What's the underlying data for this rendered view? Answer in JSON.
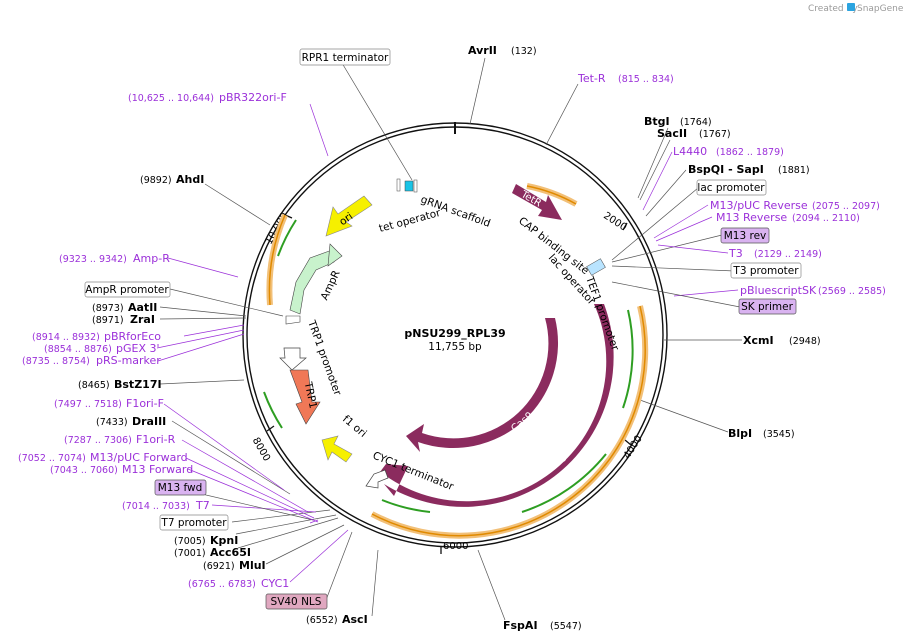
{
  "brand": {
    "created_by": "Created by",
    "name": "SnapGene"
  },
  "plasmid": {
    "name": "pNSU299_RPL39",
    "size": "11,755 bp"
  },
  "ticks": [
    "2000",
    "4000",
    "6000",
    "8000",
    "10,000"
  ],
  "features": {
    "cas9_outer": "Cas9",
    "cas9_inner": "Cas9",
    "tetr": "TetR",
    "ori": "ori",
    "ampr": "AmpR",
    "trp1": "TRP1"
  },
  "labels": {
    "grna_scaffold": "gRNA scaffold",
    "tet_operator": "tet operator",
    "cap_binding_site": "CAP binding site",
    "lac_operator": "lac operator",
    "tef1_promoter": "TEF1 promoter",
    "trp1_promoter": "TRP1 promoter",
    "f1_ori": "f1 ori",
    "cyc1_terminator": "CYC1 terminator",
    "rpr1_terminator": "RPR1 terminator",
    "lac_promoter": "lac promoter",
    "m13_rev": "M13 rev",
    "t3_promoter": "T3 promoter",
    "ampr_promoter": "AmpR promoter",
    "sk_primer": "SK primer",
    "m13_fwd": "M13 fwd",
    "t7_promoter": "T7 promoter",
    "sv40_nls": "SV40 NLS"
  },
  "sites": {
    "avrii": {
      "name": "AvrII",
      "pos": "(132)"
    },
    "btgi": {
      "name": "BtgI",
      "pos": "(1764)"
    },
    "sacii": {
      "name": "SacII",
      "pos": "(1767)"
    },
    "bspqi": {
      "name": "BspQI  - SapI",
      "pos": "(1881)"
    },
    "xcmi": {
      "name": "XcmI",
      "pos": "(2948)"
    },
    "blpi": {
      "name": "BlpI",
      "pos": "(3545)"
    },
    "fspai": {
      "name": "FspAI",
      "pos": "(5547)"
    },
    "asci": {
      "name": "AscI",
      "pos": "(6552)"
    },
    "mlui": {
      "name": "MluI",
      "pos": "(6921)"
    },
    "acc65i": {
      "name": "Acc65I",
      "pos": "(7001)"
    },
    "kpni": {
      "name": "KpnI",
      "pos": "(7005)"
    },
    "draiii": {
      "name": "DraIII",
      "pos": "(7433)"
    },
    "bstz17i": {
      "name": "BstZ17I",
      "pos": "(8465)"
    },
    "zrai": {
      "name": "ZraI",
      "pos": "(8971)"
    },
    "aatii": {
      "name": "AatII",
      "pos": "(8973)"
    },
    "ahdi": {
      "name": "AhdI",
      "pos": "(9892)"
    }
  },
  "primers": {
    "tetr": {
      "name": "Tet-R",
      "pos": "(815 .. 834)"
    },
    "pbr322ori": {
      "name": "pBR322ori-F",
      "pos": "(10,625 .. 10,644)"
    },
    "l4440": {
      "name": "L4440",
      "pos": "(1862 .. 1879)"
    },
    "m13_puc_reverse": {
      "name": "M13/pUC Reverse",
      "pos": "(2075 .. 2097)"
    },
    "m13_reverse": {
      "name": "M13 Reverse",
      "pos": "(2094 .. 2110)"
    },
    "t3": {
      "name": "T3",
      "pos": "(2129 .. 2149)"
    },
    "pbluescriptsk": {
      "name": "pBluescriptSK",
      "pos": "(2569 .. 2585)"
    },
    "ampr": {
      "name": "Amp-R",
      "pos": "(9323 .. 9342)"
    },
    "pbrforeco": {
      "name": "pBRforEco",
      "pos": "(8914 .. 8932)"
    },
    "pgex3": {
      "name": "pGEX 3'",
      "pos": "(8854 .. 8876)"
    },
    "prs_marker": {
      "name": "pRS-marker",
      "pos": "(8735 .. 8754)"
    },
    "f1ori_f": {
      "name": "F1ori-F",
      "pos": "(7497 .. 7518)"
    },
    "f1ori_r": {
      "name": "F1ori-R",
      "pos": "(7287 .. 7306)"
    },
    "m13_puc_forward": {
      "name": "M13/pUC Forward",
      "pos": "(7052 .. 7074)"
    },
    "m13_forward": {
      "name": "M13 Forward",
      "pos": "(7043 .. 7060)"
    },
    "t7": {
      "name": "T7",
      "pos": "(7014 .. 7033)"
    },
    "cyc1": {
      "name": "CYC1",
      "pos": "(6765 .. 6783)"
    }
  },
  "colors": {
    "primer": "#9b30d9",
    "cas9": "#8b2b5e",
    "ori": "#f6f000",
    "ampr": "#c8f2cc",
    "trp1": "#f07857",
    "grna": "#19c4e6",
    "orange_arc": "#e08a00",
    "green_arc": "#2e9e22"
  }
}
